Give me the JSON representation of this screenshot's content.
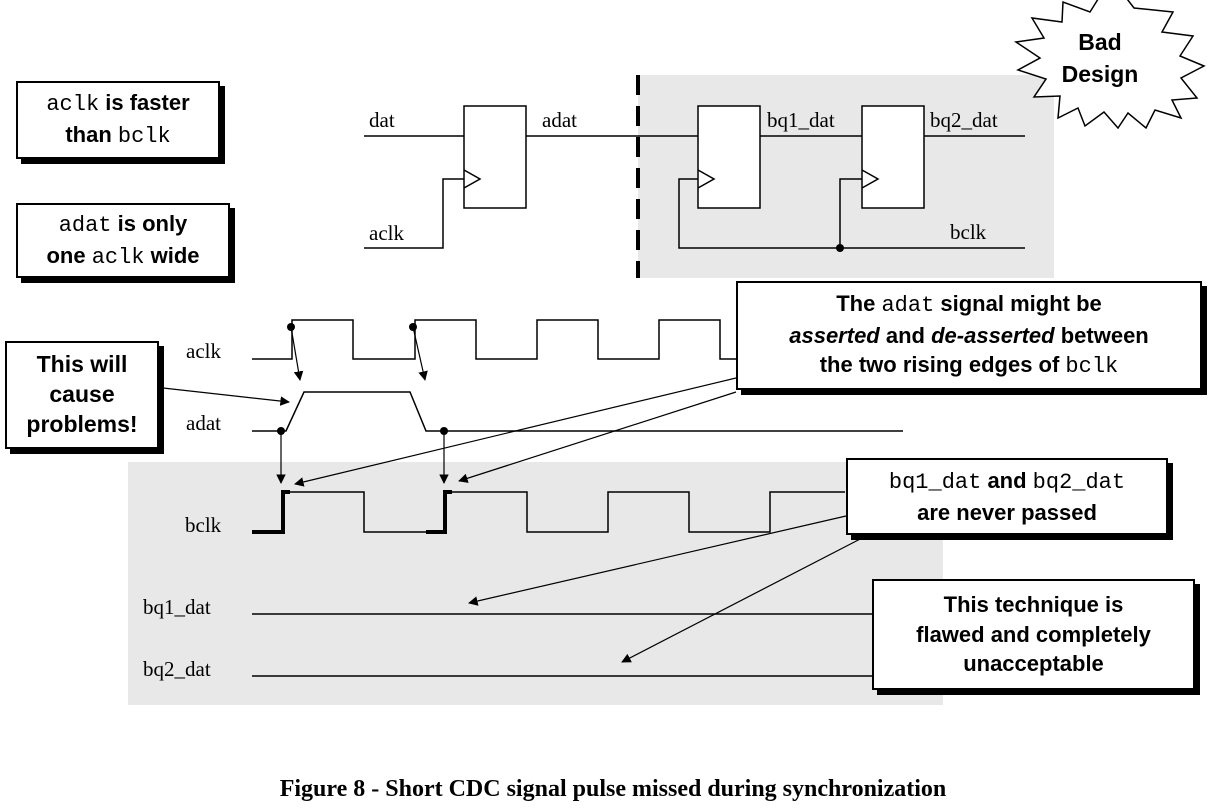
{
  "colors": {
    "shade": "#e8e8e8",
    "ink": "#000000",
    "paper": "#ffffff"
  },
  "badge": {
    "line1": "Bad",
    "line2": "Design"
  },
  "circuit": {
    "dat": "dat",
    "aclk": "aclk",
    "adat": "adat",
    "bq1_dat": "bq1_dat",
    "bq2_dat": "bq2_dat",
    "bclk": "bclk"
  },
  "waves": {
    "aclk": "aclk",
    "adat": "adat",
    "bclk": "bclk",
    "bq1_dat": "bq1_dat",
    "bq2_dat": "bq2_dat"
  },
  "callouts": {
    "c1": {
      "p1": "aclk",
      "p2": " is faster",
      "p3": "than ",
      "p4": "bclk"
    },
    "c2": {
      "p1": "adat",
      "p2": " is only",
      "p3": "one ",
      "p4": "aclk",
      "p5": " wide"
    },
    "c3": {
      "l1": "This will",
      "l2": "cause",
      "l3": "problems!"
    },
    "c4": {
      "p1": "The ",
      "p2": "adat",
      "p3": " signal might be",
      "p4": "asserted",
      "p5": " and ",
      "p6": "de-asserted",
      "p7": " between",
      "p8": "the two rising edges of ",
      "p9": "bclk"
    },
    "c5": {
      "p1": "bq1_dat",
      "p2": " and ",
      "p3": "bq2_dat",
      "p4": "are never passed"
    },
    "c6": {
      "l1": "This technique is",
      "l2": "flawed and completely",
      "l3": "unacceptable"
    }
  },
  "caption": "Figure 8 - Short CDC signal pulse missed during synchronization"
}
